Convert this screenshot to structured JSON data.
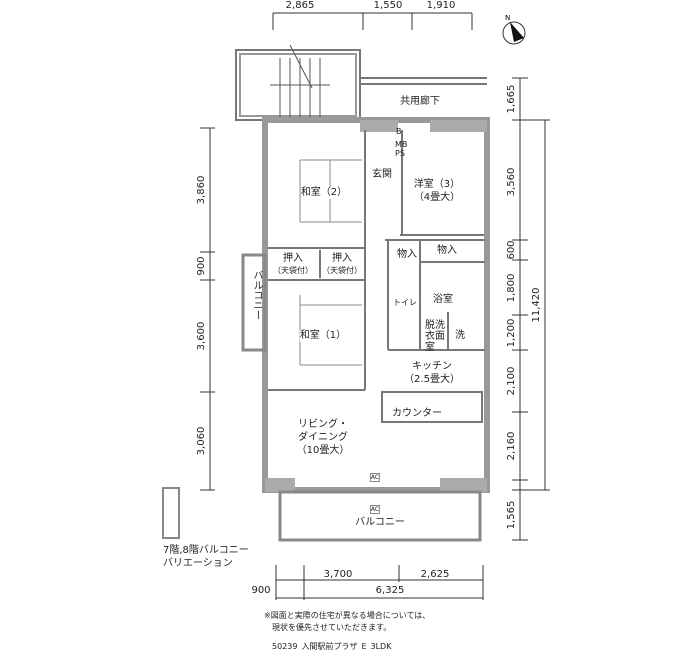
{
  "dimensions": {
    "top": [
      "2,865",
      "1,550",
      "1,910"
    ],
    "left": [
      "3,860",
      "900",
      "3,600",
      "3,060"
    ],
    "right": [
      "1,665",
      "3,560",
      "600",
      "1,800",
      "1,200",
      "2,100",
      "2,160",
      "1,565"
    ],
    "right_total": "11,420",
    "bottom": [
      "900",
      "3,700",
      "2,625"
    ],
    "bottom_total": "6,325"
  },
  "rooms": {
    "corridor": "共用廊下",
    "mb": "B",
    "mbps": "MB\nPS",
    "entrance": "玄関",
    "western3": "洋室（3）",
    "western3_size": "（4畳大）",
    "japanese2": "和室（2）",
    "closet1": "押入",
    "closet1_sub": "（天袋付）",
    "closet2": "押入",
    "closet2_sub": "（天袋付）",
    "storage1": "物入",
    "storage2": "物入",
    "toilet": "トイレ",
    "bath": "浴室",
    "washroom": "脱洗衣面室",
    "washer": "洗",
    "japanese1": "和室（1）",
    "side_balcony": "バルコニー",
    "kitchen": "キッチン",
    "kitchen_size": "（2.5畳大）",
    "counter": "カウンター",
    "living": "リビング・",
    "living2": "ダイニング",
    "living_size": "（10畳大）",
    "ac1": "AC",
    "ac2": "AC",
    "balcony": "バルコニー"
  },
  "notes": {
    "variation": "7階,8階バルコニー",
    "variation2": "バリエーション",
    "disclaimer1": "※図面と実際の住宅が異なる場合については、",
    "disclaimer2": "現状を優先させていただきます。",
    "plan_id": "50239_入間駅前プラザ_E_3LDK"
  },
  "colors": {
    "wall": "#999999",
    "line": "#555555"
  }
}
